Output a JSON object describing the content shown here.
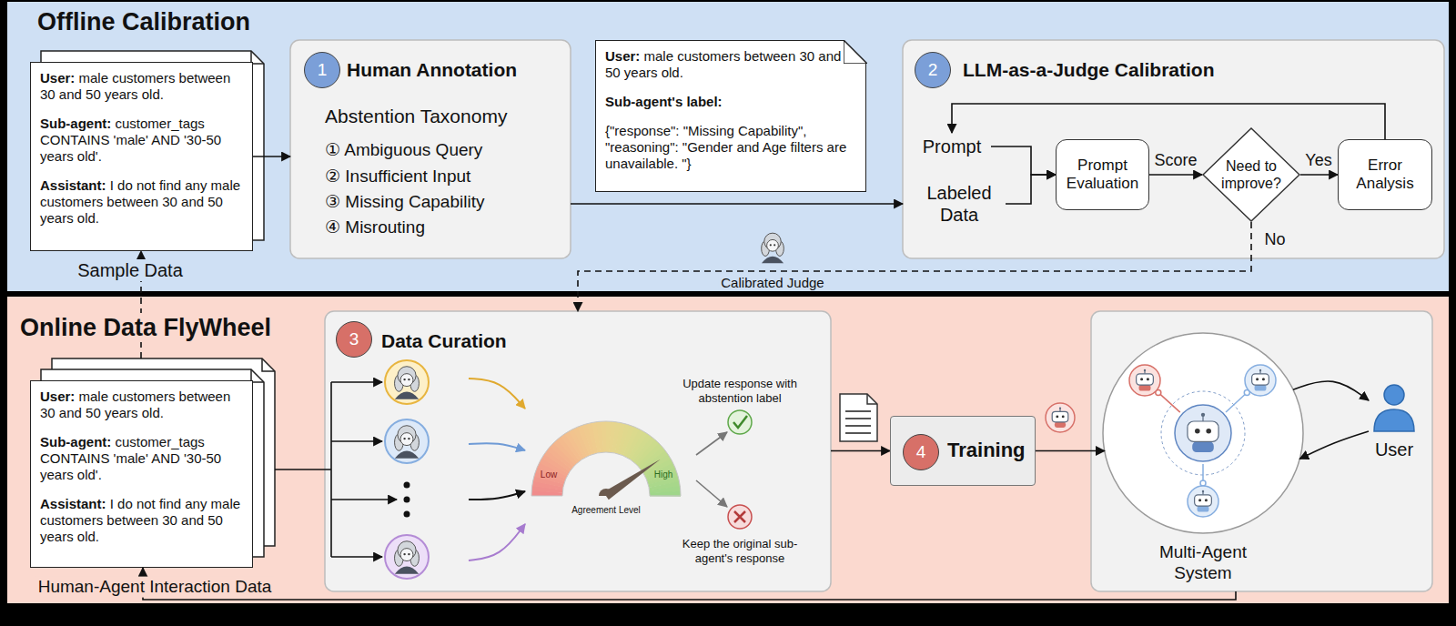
{
  "diagram": {
    "nodes": [
      {
        "text": [
          "Offline Calibration"
        ]
      },
      {
        "text": [
          "User: male customers between 30 and 50 years old.",
          "Sub-agent: customer_tags CONTAINS 'male' AND '30-50 years old'.",
          "Assistant: I do not find any male customers between 30 and 50 years old."
        ],
        "in": 0
      },
      {
        "text": [
          "Human Annotation",
          "Abstention Taxonomy",
          "① Ambiguous Query",
          "② Insufficient Input",
          "③ Missing Capability",
          "④ Misrouting"
        ],
        "in": 0
      },
      {
        "text": [
          "1"
        ],
        "in": 2
      },
      {
        "text": [
          "User: male customers between 30 and 50 years old.",
          "Sub-agent's label:",
          "{\"response\": \"Missing Capability\", \"reasoning\": \"Gender and Age filters are unavailable. \"}"
        ],
        "in": 0
      },
      {
        "text": [
          "LLM-as-a-Judge Calibration"
        ],
        "in": 0
      },
      {
        "text": [
          "2"
        ],
        "in": 5
      },
      {
        "text": [
          "Prompt"
        ],
        "in": 5
      },
      {
        "text": [
          "Labeled Data"
        ],
        "in": 5
      },
      {
        "text": [
          "Prompt Evaluation"
        ],
        "in": 5
      },
      {
        "text": [
          "Need to improve?"
        ],
        "in": 5
      },
      {
        "text": [
          "Error Analysis"
        ],
        "in": 5
      },
      {
        "text": [
          "Online Data FlyWheel"
        ]
      },
      {
        "text": [
          "User: male customers between 30 and 50 years old.",
          "Sub-agent: customer_tags CONTAINS 'male' AND '30-50 years old'.",
          "Assistant: I do not find any male customers between 30 and 50 years old."
        ],
        "in": 12
      },
      {
        "text": [
          "Data Curation",
          "Update response with abstention label",
          "Keep the original sub-agent's response"
        ],
        "in": 12
      },
      {
        "text": [
          "3"
        ],
        "in": 14
      },
      {
        "text": [
          "Training"
        ],
        "in": 12
      },
      {
        "text": [
          "4"
        ],
        "in": 16
      },
      {
        "text": [
          "Multi-Agent System"
        ],
        "in": 12
      },
      {
        "text": [
          "User"
        ],
        "in": 12
      }
    ],
    "edges": [
      {
        "from": 1,
        "to": 2,
        "arrow": "to"
      },
      {
        "from": 2,
        "to": 5,
        "arrow": "to"
      },
      {
        "from": 7,
        "to": 9,
        "arrow": "to"
      },
      {
        "from": 8,
        "to": 9,
        "arrow": "to"
      },
      {
        "from": 9,
        "to": 10,
        "label": "Score",
        "arrow": "to"
      },
      {
        "from": 10,
        "to": 11,
        "label": "Yes",
        "arrow": "to"
      },
      {
        "from": 11,
        "to": 7,
        "arrow": "to"
      },
      {
        "from": 10,
        "to": 14,
        "label": "No",
        "arrow": "to"
      },
      {
        "from": 13,
        "to": 1,
        "arrow": "to"
      },
      {
        "from": 13,
        "to": 14,
        "arrow": "none"
      },
      {
        "from": 14,
        "to": 16,
        "arrow": "to"
      },
      {
        "from": 16,
        "to": 18,
        "arrow": "to"
      },
      {
        "from": 18,
        "to": 19,
        "arrow": "to"
      },
      {
        "from": 19,
        "to": 18,
        "arrow": "to"
      },
      {
        "from": 18,
        "to": 13,
        "arrow": "to"
      }
    ],
    "labels": [
      "Sample Data",
      "Calibrated Judge",
      "Low",
      "High",
      "Agreement Level",
      "Human-Agent Interaction Data"
    ]
  }
}
